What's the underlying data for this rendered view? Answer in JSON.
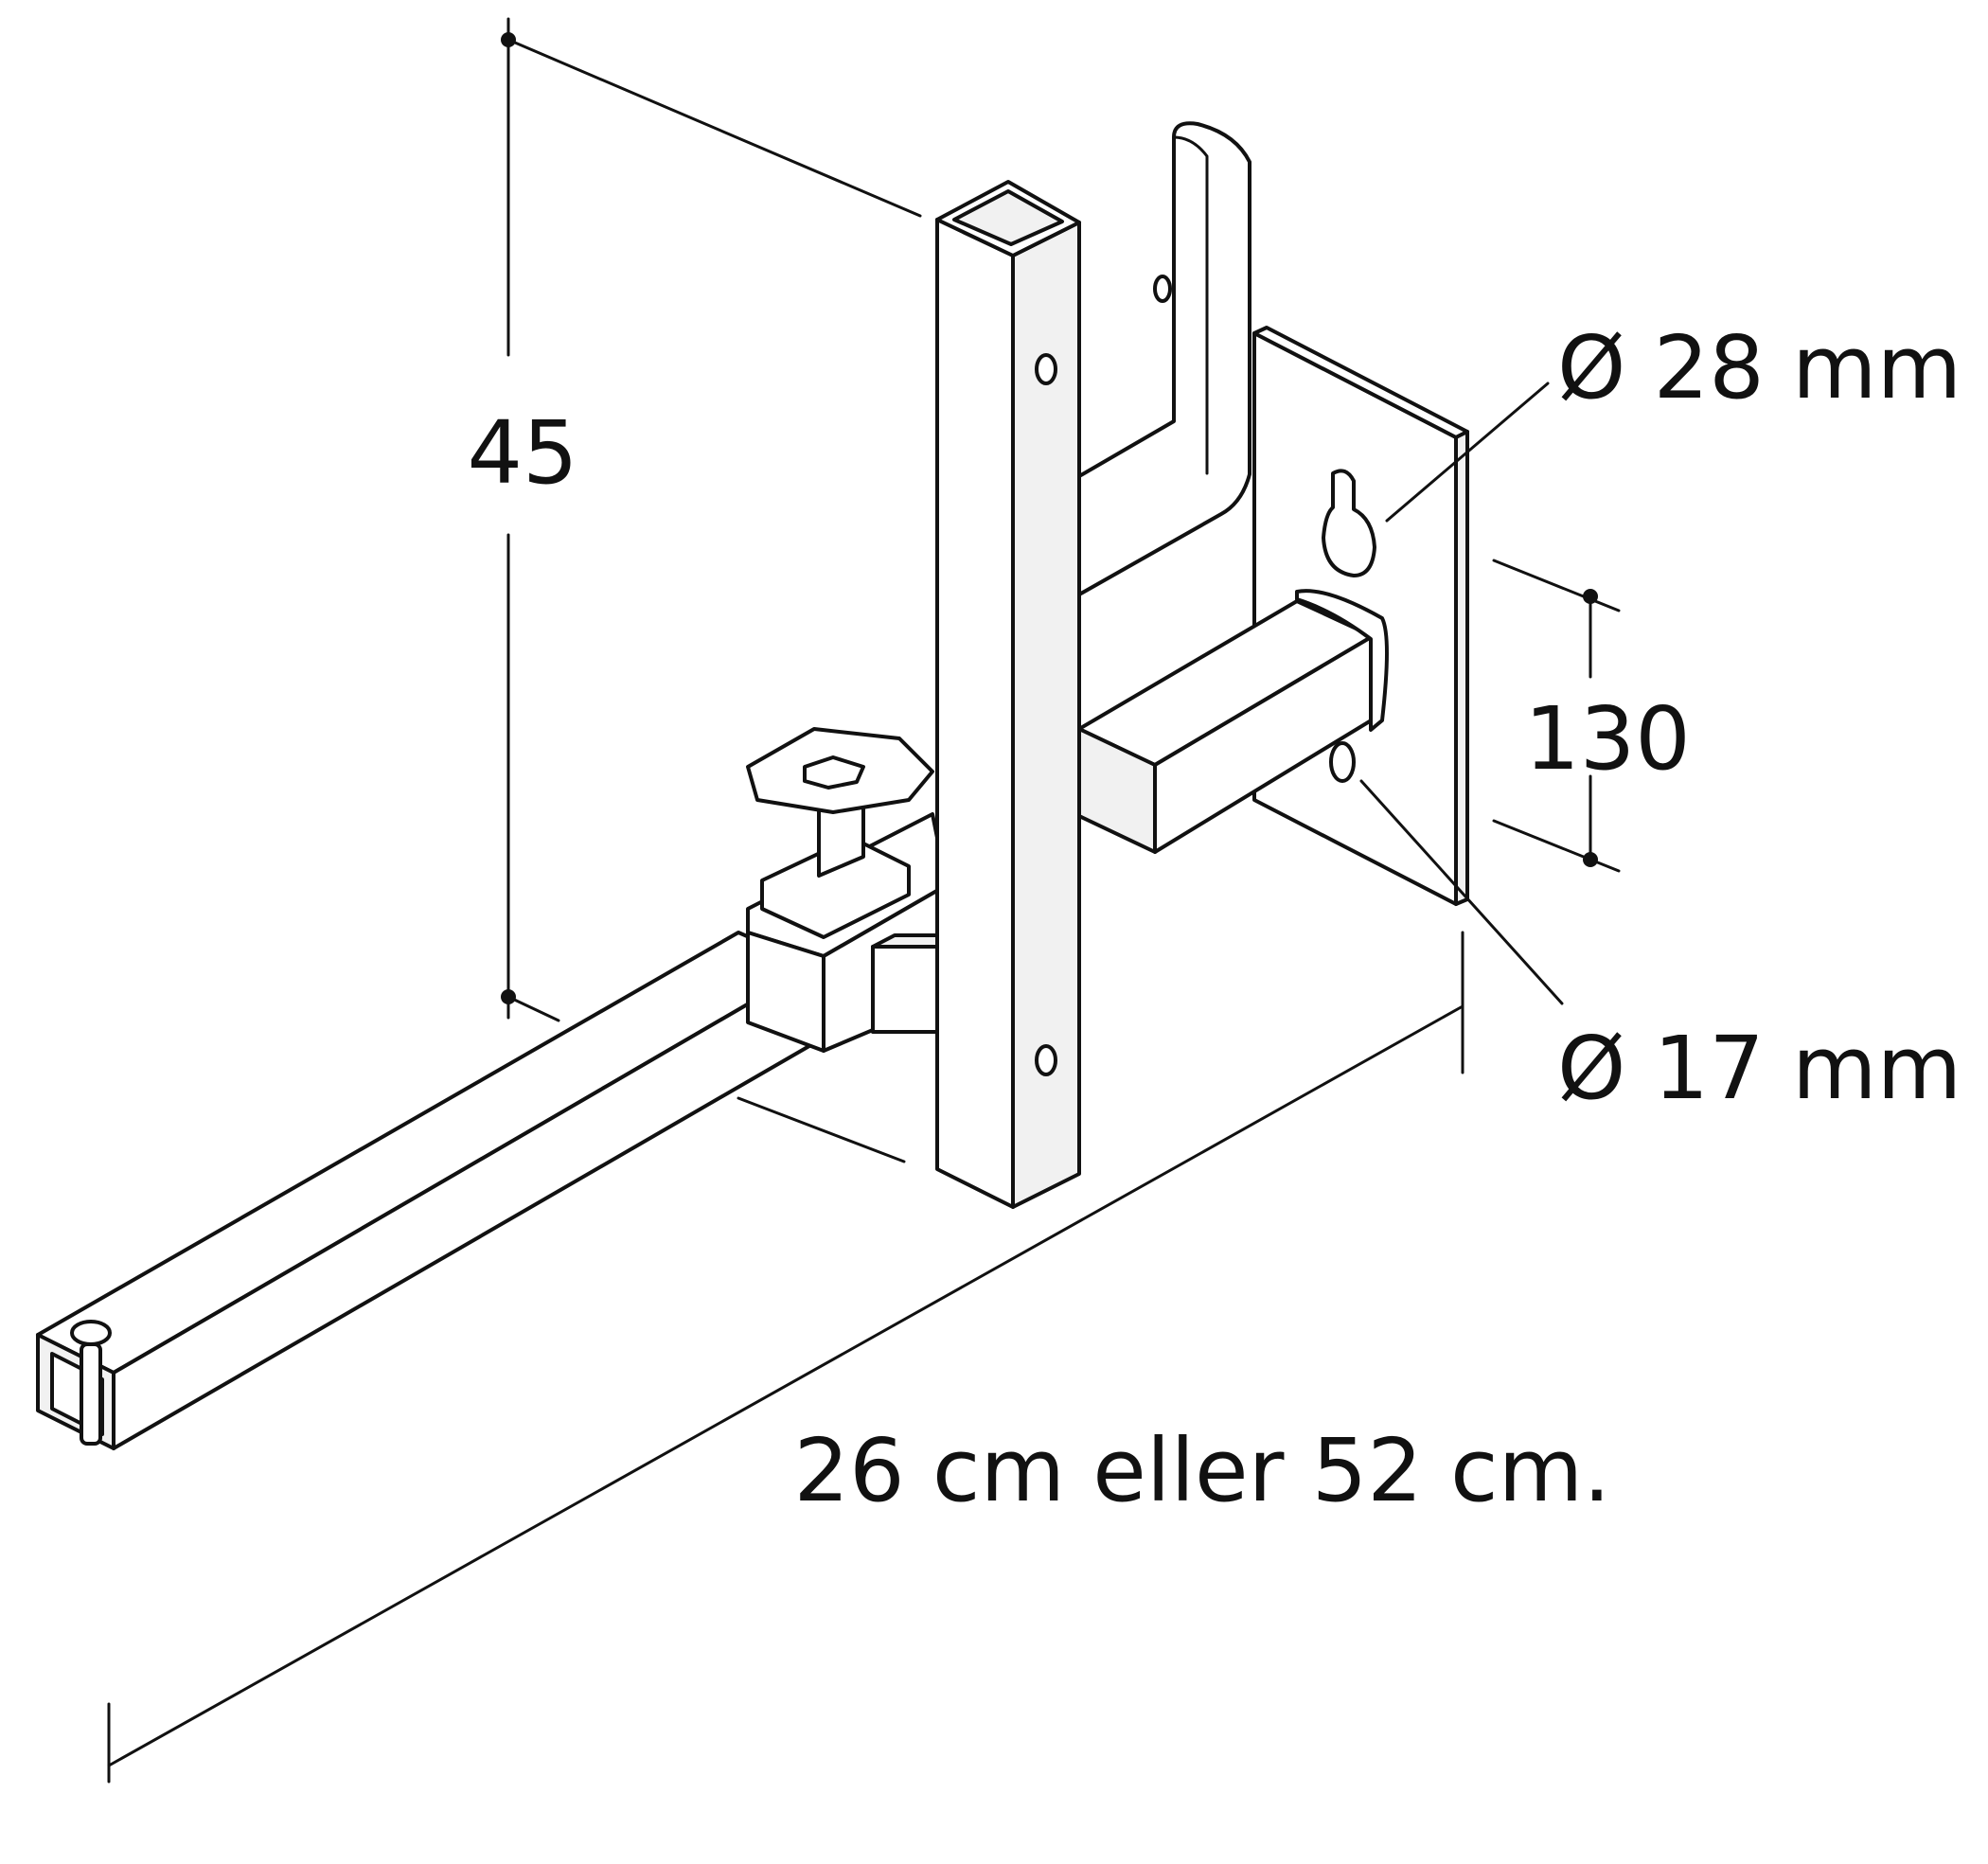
{
  "diagram": {
    "labels": {
      "height": "45",
      "large_hole": "Ø 28 mm",
      "hole_spacing": "130",
      "small_hole": "Ø 17 mm",
      "arm_length": "26 cm eller 52 cm."
    },
    "colors": {
      "line": "#111111",
      "background": "#ffffff",
      "fill": "#f1f1f1"
    }
  }
}
